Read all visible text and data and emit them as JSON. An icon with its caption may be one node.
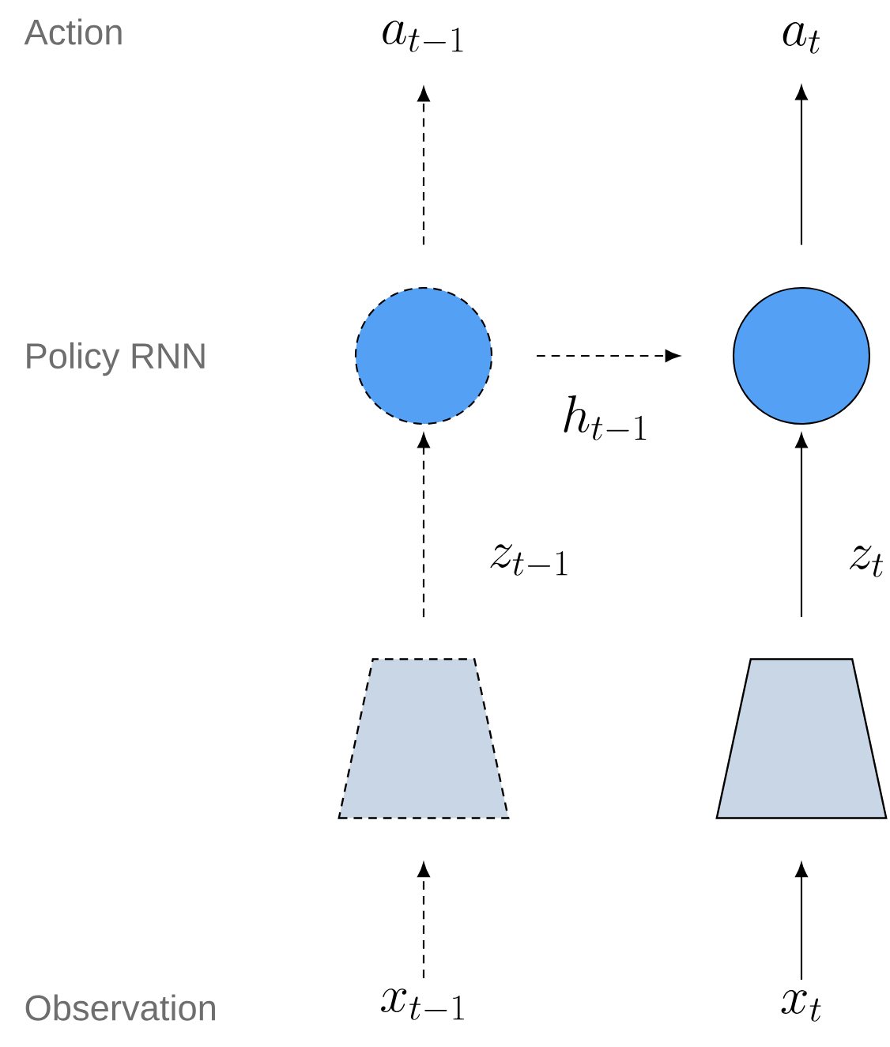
{
  "diagram": {
    "nodes": [
      {
        "text": [
          "a_{t-1}"
        ]
      },
      {
        "text": [
          "a_t"
        ]
      },
      {
        "text": [],
        "shape": "circle"
      },
      {
        "text": [],
        "shape": "circle"
      },
      {
        "text": [],
        "shape": "trapezoid"
      },
      {
        "text": [],
        "shape": "trapezoid"
      },
      {
        "text": [
          "x_{t-1}"
        ]
      },
      {
        "text": [
          "x_t"
        ]
      }
    ],
    "edges": [
      {
        "from": 6,
        "to": 4,
        "arrow": "to",
        "style": "dashed"
      },
      {
        "from": 7,
        "to": 5,
        "arrow": "to"
      },
      {
        "from": 4,
        "to": 2,
        "arrow": "to",
        "style": "dashed",
        "label": "z_{t-1}"
      },
      {
        "from": 5,
        "to": 3,
        "arrow": "to",
        "label": "z_t"
      },
      {
        "from": 2,
        "to": 3,
        "arrow": "to",
        "style": "dashed",
        "label": "h_{t-1}"
      },
      {
        "from": 2,
        "to": 0,
        "arrow": "to",
        "style": "dashed"
      },
      {
        "from": 3,
        "to": 1,
        "arrow": "to"
      }
    ],
    "labels": [
      "Action",
      "Policy RNN",
      "Observation"
    ]
  }
}
